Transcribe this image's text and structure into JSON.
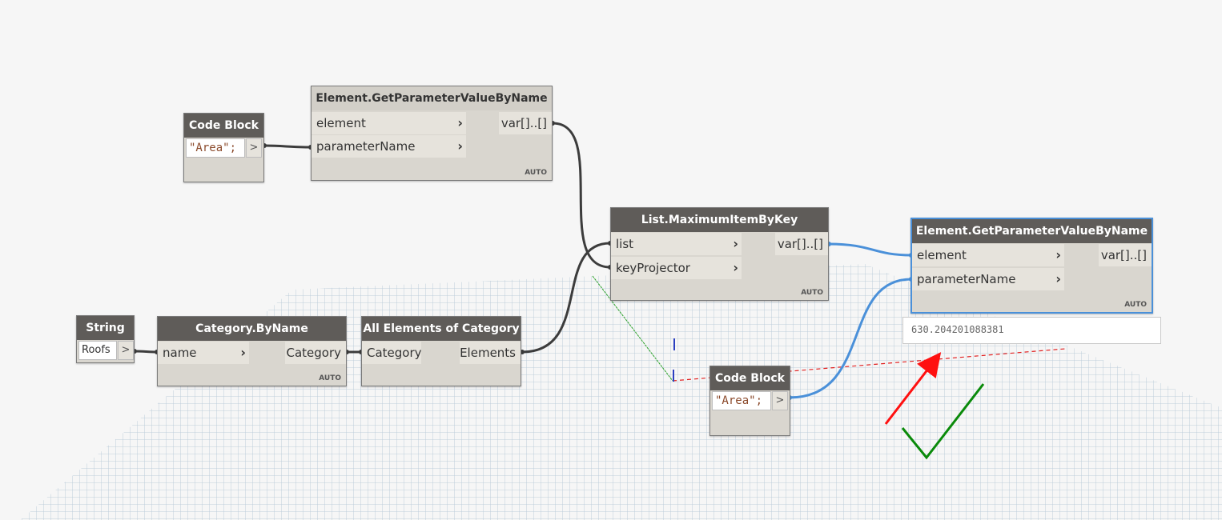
{
  "nodes": {
    "code_block_1": {
      "title": "Code Block",
      "code": "\"Area\";",
      "out_arrow": ">"
    },
    "get_param_1": {
      "title": "Element.GetParameterValueByName",
      "inputs": [
        "element",
        "parameterName"
      ],
      "output": "var[]..[]",
      "lacing": "AUTO"
    },
    "string": {
      "title": "String",
      "value": "Roofs",
      "out_arrow": ">"
    },
    "category_by_name": {
      "title": "Category.ByName",
      "input": "name",
      "output": "Category",
      "lacing": "AUTO"
    },
    "all_elements": {
      "title": "All Elements of Category",
      "input": "Category",
      "output": "Elements"
    },
    "max_item": {
      "title": "List.MaximumItemByKey",
      "inputs": [
        "list",
        "keyProjector"
      ],
      "output": "var[]..[]",
      "lacing": "AUTO"
    },
    "get_param_2": {
      "title": "Element.GetParameterValueByName",
      "inputs": [
        "element",
        "parameterName"
      ],
      "output": "var[]..[]",
      "lacing": "AUTO",
      "watch_value": "630.204201088381"
    },
    "code_block_2": {
      "title": "Code Block",
      "code": "\"Area\";",
      "out_arrow": ">"
    }
  },
  "colors": {
    "node_header": "#5f5c59",
    "wire_dark": "#3c3c3c",
    "wire_blue": "#4a90d9",
    "selected_border": "#4a90d9",
    "annotation_arrow": "#ff1010",
    "annotation_check": "#0a8a0a"
  },
  "icons": [
    "chevron-right-icon",
    "red-arrow-annotation",
    "green-check-annotation"
  ]
}
